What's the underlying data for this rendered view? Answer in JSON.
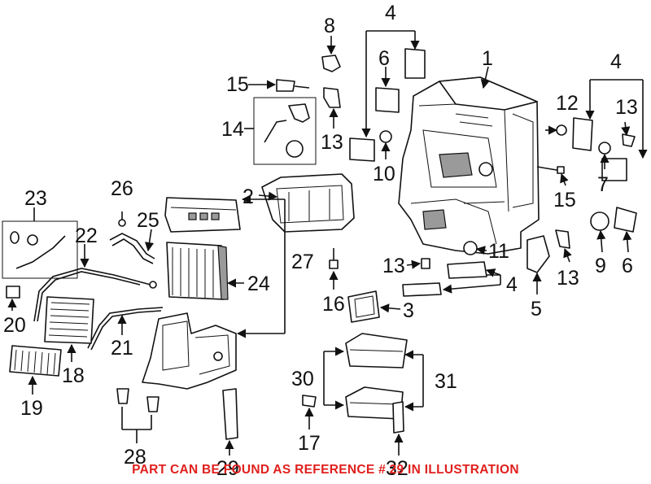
{
  "callouts": {
    "c1": "1",
    "c2": "2",
    "c3": "3",
    "c4a": "4",
    "c4b": "4",
    "c4c": "4",
    "c5": "5",
    "c6a": "6",
    "c6b": "6",
    "c7": "7",
    "c8": "8",
    "c9": "9",
    "c10": "10",
    "c11": "11",
    "c12": "12",
    "c13a": "13",
    "c13b": "13",
    "c13c": "13",
    "c13d": "13",
    "c14": "14",
    "c15a": "15",
    "c15b": "15",
    "c16": "16",
    "c17": "17",
    "c18": "18",
    "c19": "19",
    "c20": "20",
    "c21": "21",
    "c22": "22",
    "c23": "23",
    "c24": "24",
    "c25": "25",
    "c26": "26",
    "c27": "27",
    "c28": "28",
    "c29": "29",
    "c30": "30",
    "c31": "31",
    "c32": "32"
  },
  "note": "PART CAN BE FOUND AS REFERENCE # 29 IN ILLUSTRATION",
  "colors": {
    "note": "#e0201d",
    "line": "#111111"
  }
}
